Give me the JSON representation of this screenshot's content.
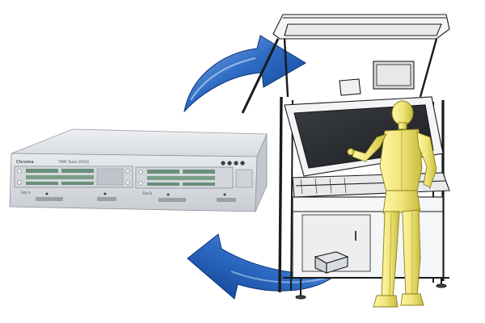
{
  "device": {
    "brand": "Chroma",
    "model": "TPMS Tester 87610",
    "slot_a": "Slot A",
    "slot_b": "Slot B",
    "brand_color": "#5a6170"
  },
  "colors": {
    "arrow_dark": "#0d3f8f",
    "arrow_light": "#5b8fd8",
    "figure_fill": "#efe57a",
    "figure_stroke": "#8a7d18",
    "frame_stroke": "#1a1a1a",
    "device_body": "#dfe2e6"
  },
  "icons": {
    "arrow_top": "curved-arrow-right-icon",
    "arrow_bottom": "curved-arrow-left-icon",
    "human": "human-figure-icon"
  }
}
